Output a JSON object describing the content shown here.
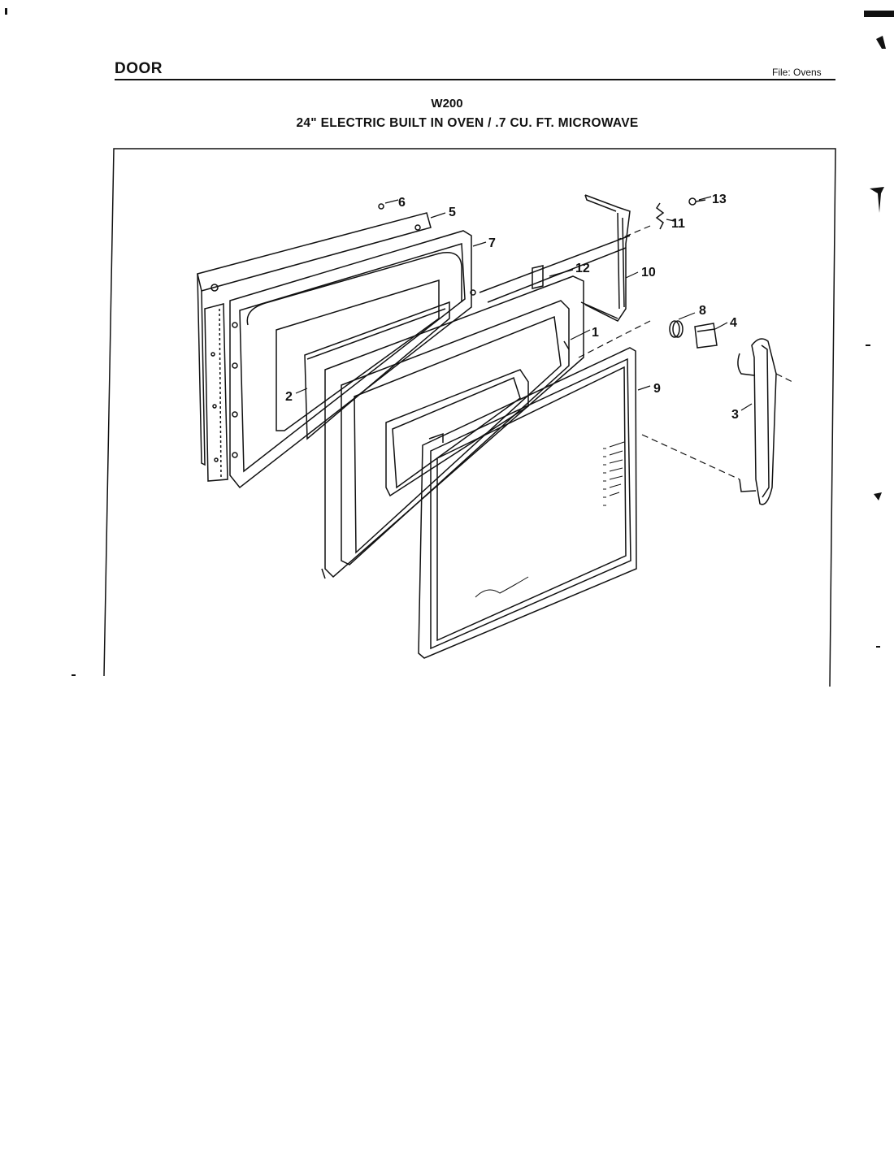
{
  "header": {
    "section": "DOOR",
    "file": "File: Ovens"
  },
  "title": {
    "model": "W200",
    "description": "24\" ELECTRIC BUILT IN OVEN / .7 CU. FT. MICROWAVE"
  },
  "parts": [
    "1",
    "2",
    "3",
    "4",
    "5",
    "6",
    "7",
    "8",
    "9",
    "10",
    "11",
    "12",
    "13"
  ]
}
